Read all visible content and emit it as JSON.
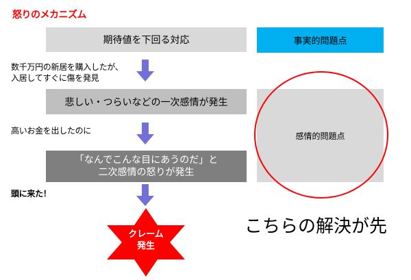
{
  "title": "怒りのメカニズム",
  "flow": {
    "step1": "期待値を下回る対応",
    "step2": "悲しい・つらいなどの一次感情が発生",
    "step3_line1": "「なんでこんな目にあうのだ」と",
    "step3_line2": "二次感情の怒りが発生",
    "result_line1": "クレーム",
    "result_line2": "発生"
  },
  "notes": {
    "note1_line1": "数千万円の新居を購入したが、",
    "note1_line2": "入居してすぐに傷を発見",
    "note2": "高いお金を出したのに",
    "note3": "頭に来た！"
  },
  "right": {
    "factual_problem": "事実的問題点",
    "emotional_problem": "感情的問題点",
    "callout": "こちらの解決が先"
  },
  "colors": {
    "title": "#ff0000",
    "box1": "#d9d9d9",
    "box2": "#bfbfbf",
    "box3": "#7f7f7f",
    "factual_box": "#00b0f0",
    "arrow": "#7070d8",
    "star": "#ff0000",
    "circle": "#ff0000"
  },
  "icons": {
    "arrow": "down-arrow-icon",
    "star": "six-point-star-icon"
  }
}
